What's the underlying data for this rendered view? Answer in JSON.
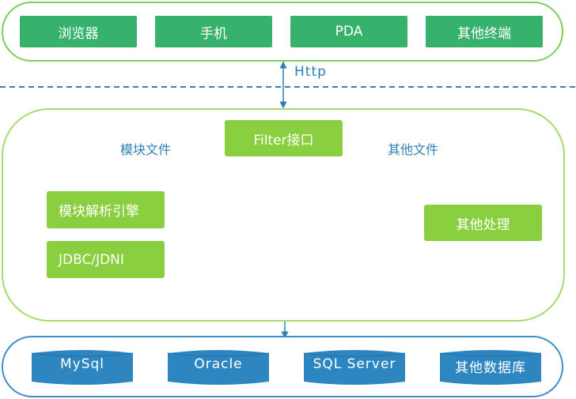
{
  "clients": [
    "浏览器",
    "手机",
    "PDA",
    "其他终端"
  ],
  "protocol": "Http",
  "server": {
    "filter": "Filter接口",
    "module_files_label": "模块文件",
    "other_files_label": "其他文件",
    "module_engine": "模块解析引擎",
    "jdbc": "JDBC/JDNI",
    "other_processing": "其他处理"
  },
  "databases": [
    "MySql",
    "Oracle",
    "SQL Server",
    "其他数据库"
  ],
  "colors": {
    "client_box": "#37b26c",
    "server_box": "#8acf3f",
    "database": "#2e86c1",
    "connector": "#2e7fb8",
    "separator": "#2e86c1"
  }
}
